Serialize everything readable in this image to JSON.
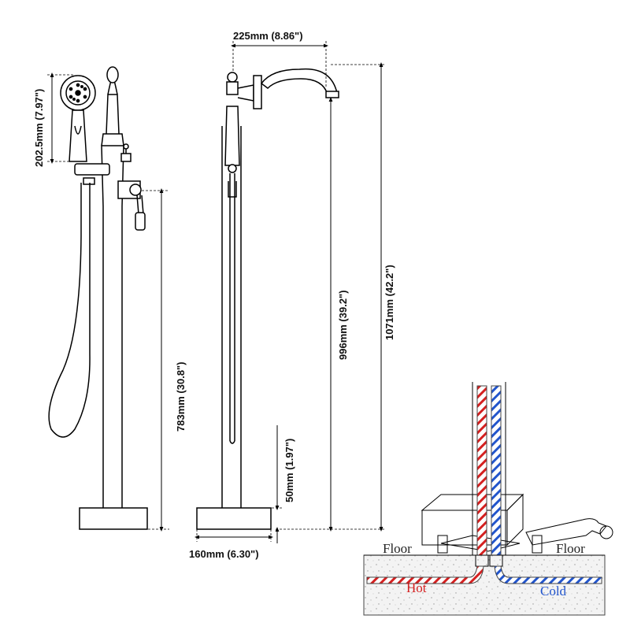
{
  "dimensions": {
    "spout_reach": "225mm (8.86\")",
    "handshower_height": "202.5mm (7.97\")",
    "valve_height": "783mm (30.8\")",
    "spout_height": "996mm (39.2\")",
    "total_height": "1071mm (42.2\")",
    "base_thickness": "50mm (1.97\")",
    "base_width": "160mm (6.30\")"
  },
  "install": {
    "floor_left": "Floor",
    "floor_right": "Floor",
    "hot": "Hot",
    "cold": "Cold"
  },
  "colors": {
    "hot": "#d42020",
    "cold": "#2255cc"
  }
}
